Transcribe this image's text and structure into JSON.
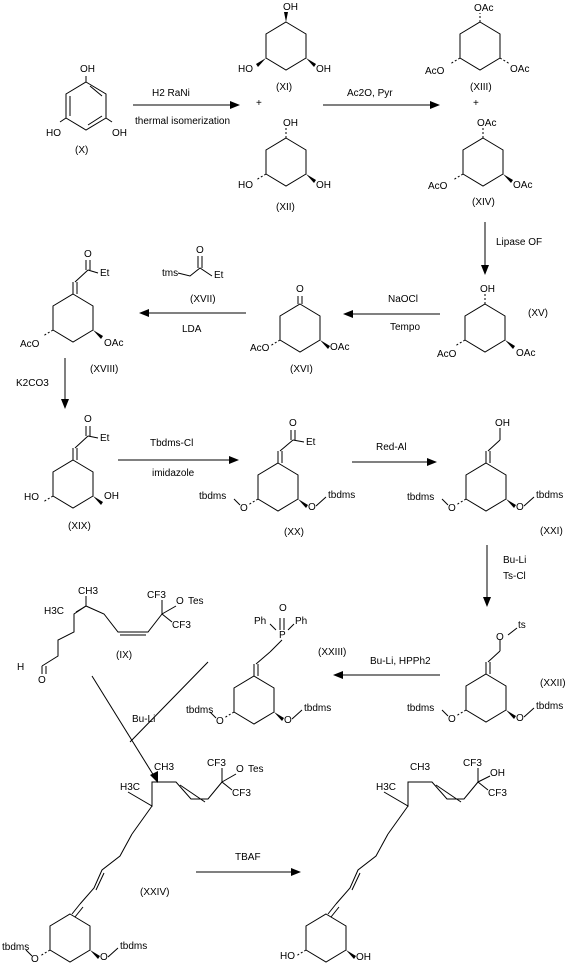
{
  "compounds": {
    "X": {
      "id": "(X)",
      "atoms": [
        "OH",
        "HO",
        "OH"
      ]
    },
    "XI": {
      "id": "(XI)",
      "atoms": [
        "OH",
        "HO",
        "OH"
      ]
    },
    "XII": {
      "id": "(XII)",
      "atoms": [
        "OH",
        "HO",
        "OH"
      ]
    },
    "XIII": {
      "id": "(XIII)",
      "atoms": [
        "OAc",
        "AcO",
        "OAc"
      ]
    },
    "XIV": {
      "id": "(XIV)",
      "atoms": [
        "OAc",
        "AcO",
        "OAc"
      ]
    },
    "XV": {
      "id": "(XV)",
      "atoms": [
        "OH",
        "AcO",
        "OAc"
      ]
    },
    "XVI": {
      "id": "(XVI)",
      "atoms": [
        "O",
        "AcO",
        "OAc"
      ]
    },
    "XVII": {
      "id": "(XVII)",
      "atoms": [
        "tms",
        "O",
        "Et"
      ]
    },
    "XVIII": {
      "id": "(XVIII)",
      "atoms": [
        "O",
        "Et",
        "AcO",
        "OAc"
      ]
    },
    "XIX": {
      "id": "(XIX)",
      "atoms": [
        "O",
        "Et",
        "HO",
        "OH"
      ]
    },
    "XX": {
      "id": "(XX)",
      "atoms": [
        "O",
        "Et",
        "tbdms",
        "O",
        "O",
        "tbdms"
      ]
    },
    "XXI": {
      "id": "(XXI)",
      "atoms": [
        "OH",
        "tbdms",
        "O",
        "O",
        "tbdms"
      ]
    },
    "XXII": {
      "id": "(XXII)",
      "atoms": [
        "O",
        "ts",
        "tbdms",
        "O",
        "O",
        "tbdms"
      ]
    },
    "XXIII": {
      "id": "(XXIII)",
      "atoms": [
        "Ph",
        "O",
        "Ph",
        "P",
        "tbdms",
        "O",
        "O",
        "tbdms"
      ]
    },
    "IX": {
      "id": "(IX)",
      "atoms": [
        "CF3",
        "O",
        "Tes",
        "CH3",
        "H3C",
        "CF3",
        "H",
        "O"
      ]
    },
    "XXIV": {
      "id": "(XXIV)",
      "atoms": [
        "CH3",
        "H3C",
        "CF3",
        "O",
        "Tes",
        "CF3",
        "tbdms",
        "O",
        "O",
        "tbdms"
      ]
    },
    "final": {
      "id": "",
      "atoms": [
        "CH3",
        "H3C",
        "CF3",
        "OH",
        "CF3",
        "HO",
        "OH"
      ]
    }
  },
  "reagents": {
    "r1a": "H2 RaNi",
    "r1b": "thermal isomerization",
    "r2": "Ac2O, Pyr",
    "r3": "Lipase OF",
    "r4a": "NaOCl",
    "r4b": "Tempo",
    "r5": "LDA",
    "r6": "K2CO3",
    "r7a": "Tbdms-Cl",
    "r7b": "imidazole",
    "r8": "Red-Al",
    "r9a": "Bu-Li",
    "r9b": "Ts-Cl",
    "r10": "Bu-Li, HPPh2",
    "r11": "Bu-Li",
    "r12": "TBAF"
  },
  "plus": "+"
}
